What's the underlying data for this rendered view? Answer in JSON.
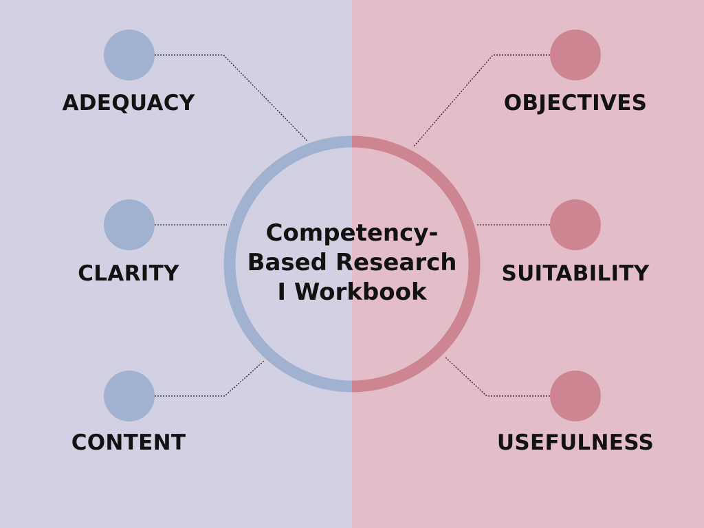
{
  "title": "Competency-Based Research I Workbook",
  "colors": {
    "left_background": "#d2d0e3",
    "right_background": "#e3bec8",
    "left_accent": "#a1b2d1",
    "right_accent": "#cd8592",
    "line": "#222222",
    "text": "#121212"
  },
  "left_nodes": [
    {
      "label": "ADEQUACY"
    },
    {
      "label": "CLARITY"
    },
    {
      "label": "CONTENT"
    }
  ],
  "right_nodes": [
    {
      "label": "OBJECTIVES"
    },
    {
      "label": "SUITABILITY"
    },
    {
      "label": "USEFULNESS"
    }
  ]
}
